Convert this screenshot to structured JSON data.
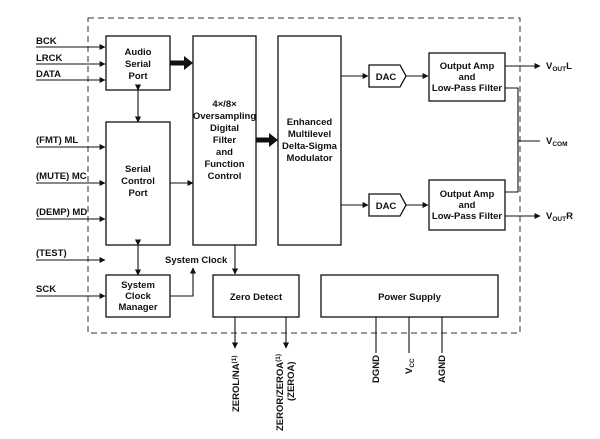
{
  "blocks": {
    "audio_serial_port": [
      "Audio",
      "Serial",
      "Port"
    ],
    "serial_control_port": [
      "Serial",
      "Control",
      "Port"
    ],
    "system_clock_manager": [
      "System",
      "Clock",
      "Manager"
    ],
    "oversampling_filter": [
      "4×/8×",
      "Oversampling",
      "Digital",
      "Filter",
      "and",
      "Function",
      "Control"
    ],
    "modulator": [
      "Enhanced",
      "Multilevel",
      "Delta-Sigma",
      "Modulator"
    ],
    "dac": "DAC",
    "output_amp": [
      "Output Amp",
      "and",
      "Low-Pass Filter"
    ],
    "zero_detect": "Zero Detect",
    "power_supply": "Power Supply"
  },
  "inputs": {
    "bck": "BCK",
    "lrck": "LRCK",
    "data": "DATA",
    "fmt_ml": "(FMT) ML",
    "mute_mc": "(MUTE) MC",
    "demp_md": "(DEMP) MD",
    "test": "(TEST)",
    "sck": "SCK"
  },
  "outputs": {
    "voutl_main": "V",
    "voutl_sub": "OUT",
    "voutl_suffix": "L",
    "voutr_main": "V",
    "voutr_sub": "OUT",
    "voutr_suffix": "R",
    "vcom_main": "V",
    "vcom_sub": "COM"
  },
  "labels": {
    "system_clock": "System Clock"
  },
  "bottom_pins": {
    "zerol_main": "ZEROL/NA",
    "zerol_sup": "(1)",
    "zeror_main": "ZEROR/ZEROA",
    "zeror_sup": "(1)",
    "zeror_alt": "(ZEROA)",
    "dgnd": "DGND",
    "vcc_main": "V",
    "vcc_sub": "CC",
    "agnd": "AGND"
  }
}
